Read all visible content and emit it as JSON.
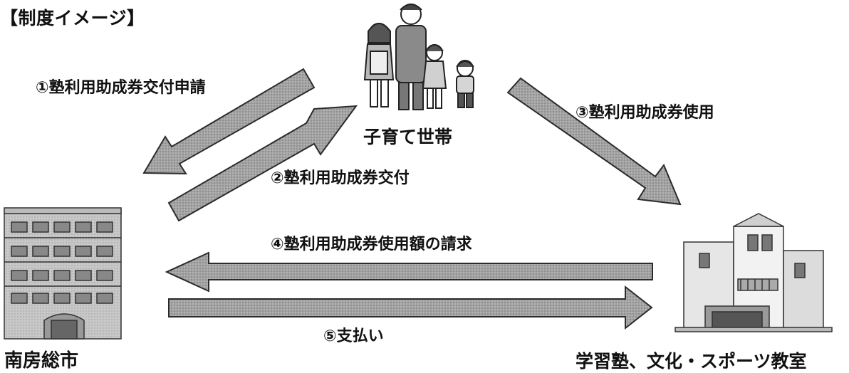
{
  "title": "【制度イメージ】",
  "parties": {
    "family": "子育て世帯",
    "city": "南房総市",
    "school": "学習塾、文化・スポーツ教室"
  },
  "steps": [
    {
      "label": "①塾利用助成券交付申請",
      "from": "family",
      "to": "city"
    },
    {
      "label": "②塾利用助成券交付",
      "from": "city",
      "to": "family"
    },
    {
      "label": "③塾利用助成券使用",
      "from": "family",
      "to": "school"
    },
    {
      "label": "④塾利用助成券使用額の請求",
      "from": "school",
      "to": "city"
    },
    {
      "label": "⑤支払い",
      "from": "city",
      "to": "school"
    }
  ],
  "colors": {
    "arrow_fill": "#9a9a9a",
    "arrow_stroke": "#2b2b2b",
    "figure_fill": "#d0d0d0"
  },
  "icons": [
    "family-illustration",
    "city-hall-building-illustration",
    "school-building-illustration"
  ]
}
